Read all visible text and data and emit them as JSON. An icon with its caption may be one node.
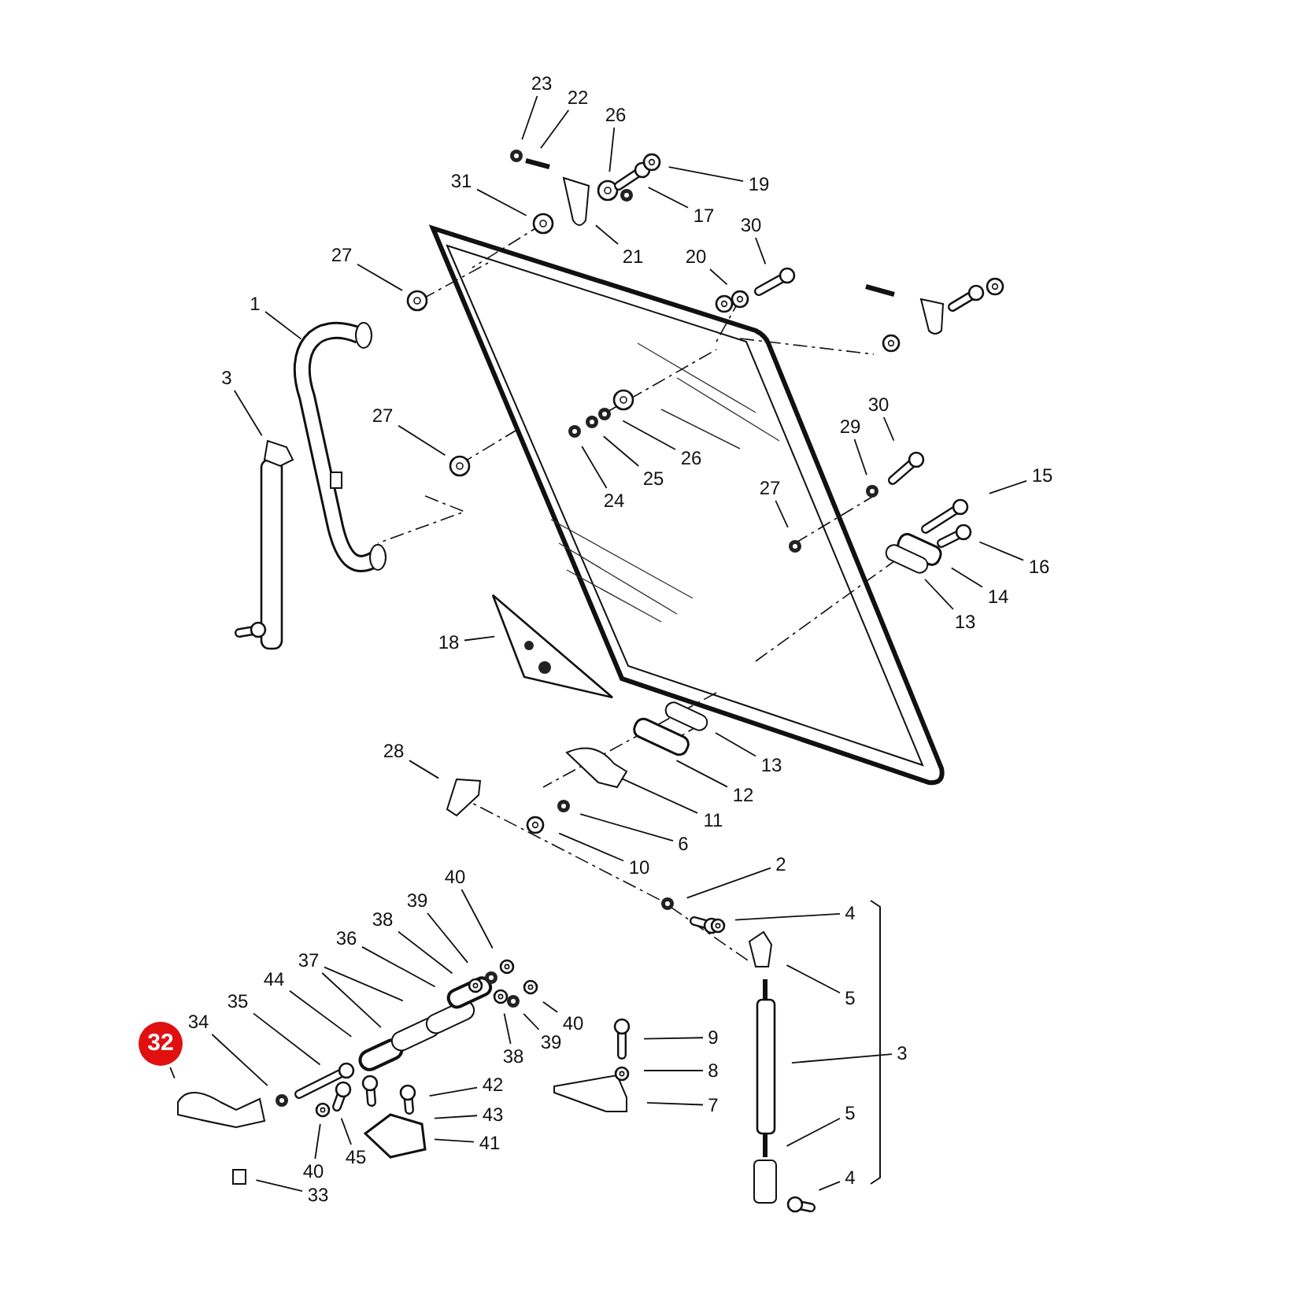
{
  "diagram": {
    "nodes": [
      {
        "text": [
          "23"
        ]
      },
      {
        "text": [
          "22"
        ]
      },
      {
        "text": [
          "26"
        ]
      },
      {
        "text": [
          "19"
        ]
      },
      {
        "text": [
          "17"
        ]
      },
      {
        "text": [
          "31"
        ]
      },
      {
        "text": [
          "21"
        ]
      },
      {
        "text": [
          "20"
        ]
      },
      {
        "text": [
          "30"
        ]
      },
      {
        "text": [
          "27"
        ]
      },
      {
        "text": [
          "1"
        ]
      },
      {
        "text": [
          "3"
        ]
      },
      {
        "text": [
          "27"
        ]
      },
      {
        "text": [
          "26"
        ]
      },
      {
        "text": [
          "25"
        ]
      },
      {
        "text": [
          "24"
        ]
      },
      {
        "text": [
          "29"
        ]
      },
      {
        "text": [
          "30"
        ]
      },
      {
        "text": [
          "15"
        ]
      },
      {
        "text": [
          "27"
        ]
      },
      {
        "text": [
          "16"
        ]
      },
      {
        "text": [
          "14"
        ]
      },
      {
        "text": [
          "13"
        ]
      },
      {
        "text": [
          "18"
        ]
      },
      {
        "text": [
          "13"
        ]
      },
      {
        "text": [
          "12"
        ]
      },
      {
        "text": [
          "11"
        ]
      },
      {
        "text": [
          "28"
        ]
      },
      {
        "text": [
          "6"
        ]
      },
      {
        "text": [
          "10"
        ]
      },
      {
        "text": [
          "2"
        ]
      },
      {
        "text": [
          "4"
        ]
      },
      {
        "text": [
          "5"
        ]
      },
      {
        "text": [
          "9"
        ]
      },
      {
        "text": [
          "8"
        ]
      },
      {
        "text": [
          "3"
        ]
      },
      {
        "text": [
          "7"
        ]
      },
      {
        "text": [
          "5"
        ]
      },
      {
        "text": [
          "4"
        ]
      },
      {
        "text": [
          "40"
        ]
      },
      {
        "text": [
          "39"
        ]
      },
      {
        "text": [
          "38"
        ]
      },
      {
        "text": [
          "36"
        ]
      },
      {
        "text": [
          "37"
        ]
      },
      {
        "text": [
          "44"
        ]
      },
      {
        "text": [
          "35"
        ]
      },
      {
        "text": [
          "34"
        ]
      },
      {
        "text": [
          "32"
        ]
      },
      {
        "text": [
          "40"
        ]
      },
      {
        "text": [
          "39"
        ]
      },
      {
        "text": [
          "38"
        ]
      },
      {
        "text": [
          "42"
        ]
      },
      {
        "text": [
          "43"
        ]
      },
      {
        "text": [
          "41"
        ]
      },
      {
        "text": [
          "40"
        ]
      },
      {
        "text": [
          "45"
        ]
      },
      {
        "text": [
          "33"
        ]
      }
    ],
    "edges": [
      {
        "from": 0,
        "to": null,
        "arrow": "none"
      },
      {
        "from": 1,
        "to": null,
        "arrow": "none"
      },
      {
        "from": 2,
        "to": null,
        "arrow": "none"
      },
      {
        "from": 3,
        "to": null,
        "arrow": "none"
      },
      {
        "from": 4,
        "to": null,
        "arrow": "none"
      },
      {
        "from": 5,
        "to": null,
        "arrow": "none"
      },
      {
        "from": 6,
        "to": null,
        "arrow": "none"
      },
      {
        "from": 7,
        "to": null,
        "arrow": "none"
      },
      {
        "from": 8,
        "to": null,
        "arrow": "none"
      },
      {
        "from": 9,
        "to": null,
        "arrow": "none"
      },
      {
        "from": 10,
        "to": null,
        "arrow": "none"
      },
      {
        "from": 11,
        "to": null,
        "arrow": "none"
      },
      {
        "from": 12,
        "to": null,
        "arrow": "none"
      },
      {
        "from": 13,
        "to": null,
        "arrow": "none"
      },
      {
        "from": 14,
        "to": null,
        "arrow": "none"
      },
      {
        "from": 15,
        "to": null,
        "arrow": "none"
      },
      {
        "from": 16,
        "to": null,
        "arrow": "none"
      },
      {
        "from": 17,
        "to": null,
        "arrow": "none"
      },
      {
        "from": 18,
        "to": null,
        "arrow": "none"
      },
      {
        "from": 19,
        "to": null,
        "arrow": "none"
      },
      {
        "from": 20,
        "to": null,
        "arrow": "none"
      },
      {
        "from": 21,
        "to": null,
        "arrow": "none"
      },
      {
        "from": 22,
        "to": null,
        "arrow": "none"
      },
      {
        "from": 23,
        "to": null,
        "arrow": "none"
      },
      {
        "from": 24,
        "to": null,
        "arrow": "none"
      },
      {
        "from": 25,
        "to": null,
        "arrow": "none"
      },
      {
        "from": 26,
        "to": null,
        "arrow": "none"
      },
      {
        "from": 27,
        "to": null,
        "arrow": "none"
      },
      {
        "from": 28,
        "to": null,
        "arrow": "none"
      },
      {
        "from": 29,
        "to": null,
        "arrow": "none"
      },
      {
        "from": 30,
        "to": null,
        "arrow": "none"
      },
      {
        "from": 31,
        "to": null,
        "arrow": "none"
      },
      {
        "from": 32,
        "to": null,
        "arrow": "none"
      },
      {
        "from": 33,
        "to": null,
        "arrow": "none"
      },
      {
        "from": 34,
        "to": null,
        "arrow": "none"
      },
      {
        "from": 35,
        "to": null,
        "arrow": "none"
      },
      {
        "from": 36,
        "to": null,
        "arrow": "none"
      },
      {
        "from": 37,
        "to": null,
        "arrow": "none"
      },
      {
        "from": 38,
        "to": null,
        "arrow": "none"
      },
      {
        "from": 39,
        "to": null,
        "arrow": "none"
      },
      {
        "from": 40,
        "to": null,
        "arrow": "none"
      },
      {
        "from": 41,
        "to": null,
        "arrow": "none"
      },
      {
        "from": 42,
        "to": null,
        "arrow": "none"
      },
      {
        "from": 43,
        "to": null,
        "arrow": "none"
      },
      {
        "from": 43,
        "to": null,
        "arrow": "none"
      },
      {
        "from": 44,
        "to": null,
        "arrow": "none"
      },
      {
        "from": 45,
        "to": null,
        "arrow": "none"
      },
      {
        "from": 46,
        "to": null,
        "arrow": "none"
      },
      {
        "from": 47,
        "to": null,
        "arrow": "none"
      },
      {
        "from": 48,
        "to": null,
        "arrow": "none"
      },
      {
        "from": 49,
        "to": null,
        "arrow": "none"
      },
      {
        "from": 50,
        "to": null,
        "arrow": "none"
      },
      {
        "from": 51,
        "to": null,
        "arrow": "none"
      },
      {
        "from": 52,
        "to": null,
        "arrow": "none"
      },
      {
        "from": 53,
        "to": null,
        "arrow": "none"
      },
      {
        "from": 54,
        "to": null,
        "arrow": "none"
      },
      {
        "from": 55,
        "to": null,
        "arrow": "none"
      },
      {
        "from": 56,
        "to": null,
        "arrow": "none"
      }
    ]
  }
}
